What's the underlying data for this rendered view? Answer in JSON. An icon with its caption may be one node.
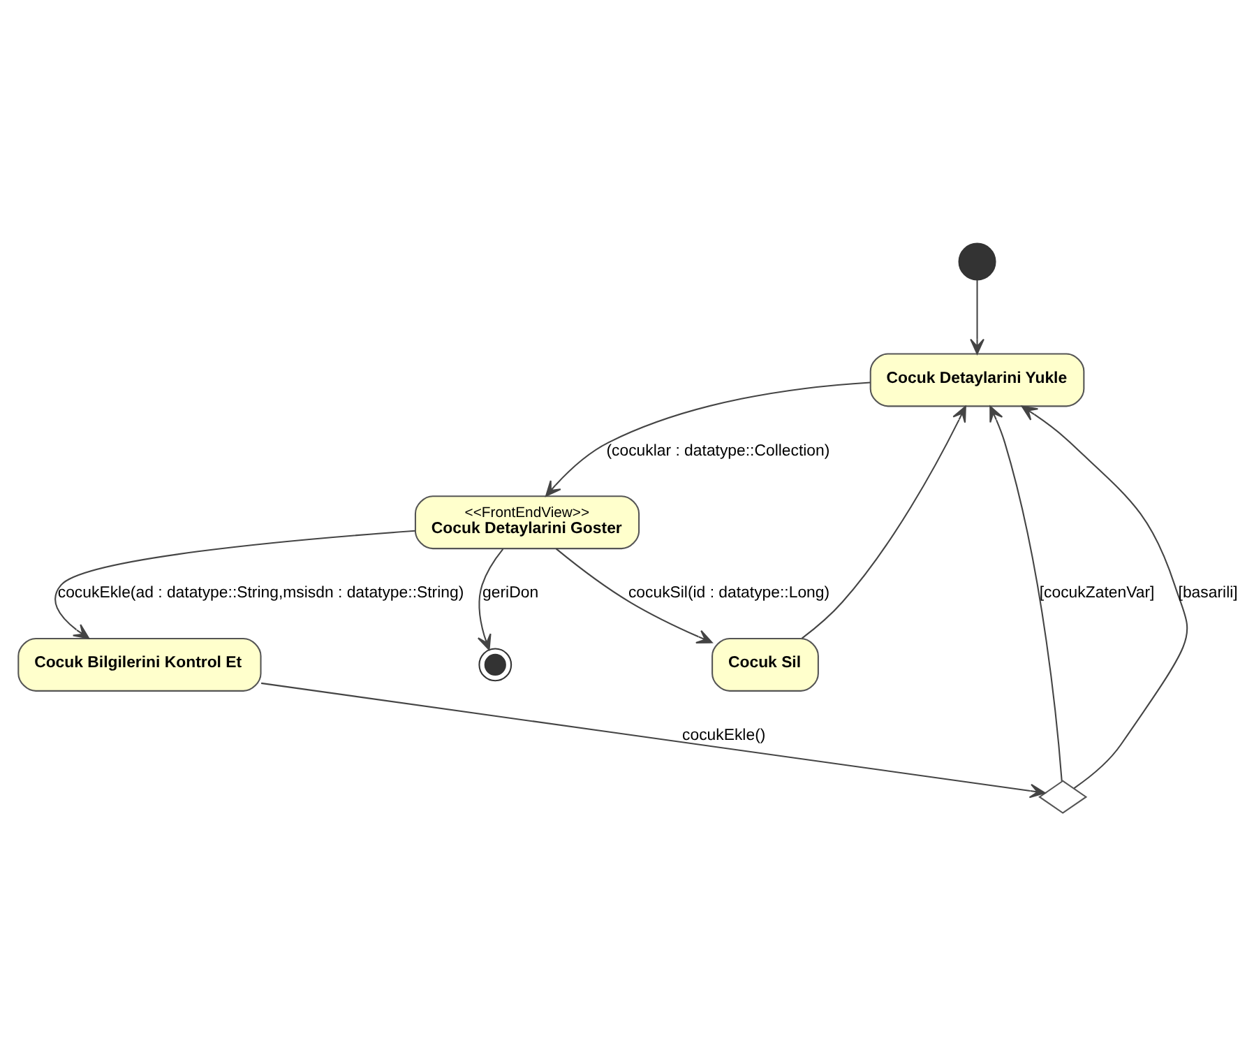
{
  "diagram": {
    "nodes": [
      {
        "text": [],
        "shape": "circle"
      },
      {
        "text": [
          "Cocuk Detaylarini Yukle"
        ]
      },
      {
        "text": [
          "<<FrontEndView>>",
          "Cocuk Detaylarini Goster"
        ]
      },
      {
        "text": [
          "Cocuk Bilgilerini Kontrol Et"
        ]
      },
      {
        "text": [],
        "shape": "diamond"
      },
      {
        "text": [
          "Cocuk Sil"
        ]
      },
      {
        "text": [],
        "shape": "circle"
      }
    ],
    "edges": [
      {
        "from": 0,
        "to": 1,
        "arrow": "to"
      },
      {
        "from": 1,
        "to": 2,
        "arrow": "to",
        "label": "(cocuklar : datatype::Collection)"
      },
      {
        "from": 2,
        "to": 3,
        "arrow": "to",
        "label": "cocukEkle(ad : datatype::String,msisdn : datatype::String)"
      },
      {
        "from": 3,
        "to": 4,
        "arrow": "to",
        "label": "cocukEkle()"
      },
      {
        "from": 4,
        "to": 1,
        "arrow": "to",
        "label": "[cocukZatenVar]"
      },
      {
        "from": 4,
        "to": 1,
        "arrow": "to",
        "label": "[basarili]"
      },
      {
        "from": 2,
        "to": 5,
        "arrow": "to",
        "label": "cocukSil(id : datatype::Long)"
      },
      {
        "from": 5,
        "to": 1,
        "arrow": "to"
      },
      {
        "from": 2,
        "to": 6,
        "arrow": "to",
        "label": "geriDon"
      }
    ]
  }
}
